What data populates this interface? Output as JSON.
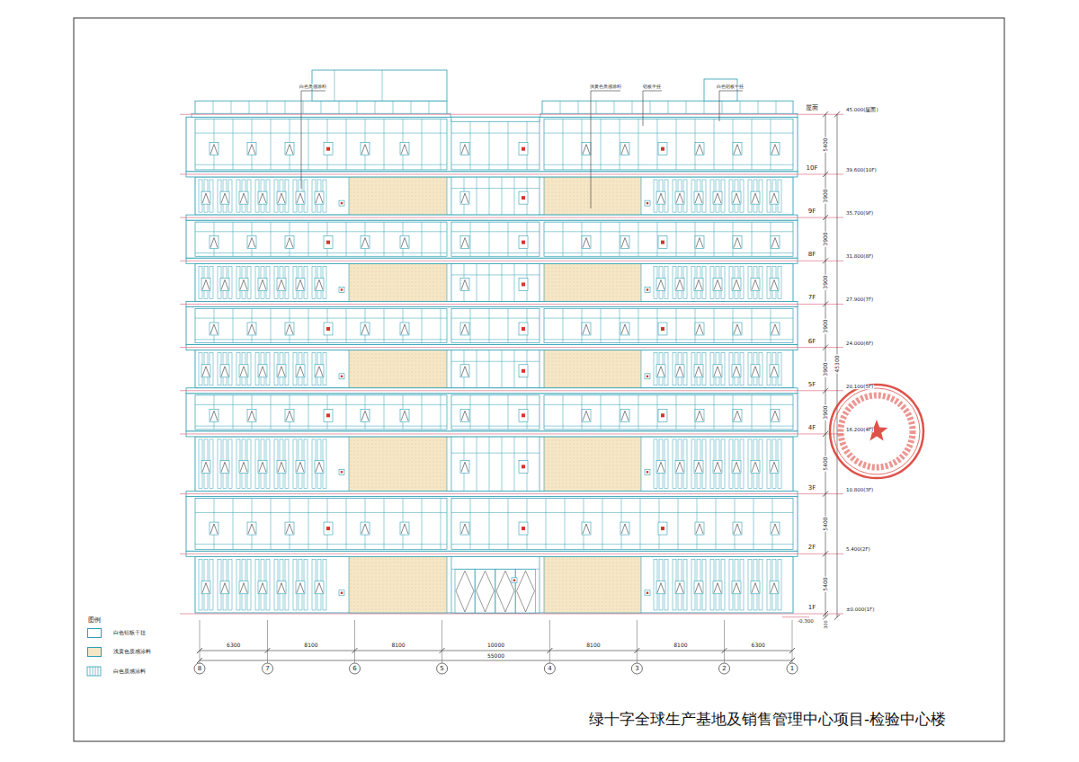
{
  "diagram": {
    "title": "绿十字全球生产基地及销售管理中心项目-检验中心楼",
    "labels": [
      "屋面",
      "10F",
      "9F",
      "8F",
      "7F",
      "6F",
      "5F",
      "4F",
      "3F",
      "2F",
      "1F",
      "45.000(屋面)",
      "39.600(10F)",
      "35.700(9F)",
      "31.800(8F)",
      "27.900(7F)",
      "24.000(6F)",
      "20.100(5F)",
      "16.200(4F)",
      "10.800(3F)",
      "5.400(2F)",
      "±0.000(1F)",
      "-0.300",
      "5400",
      "3900",
      "3900",
      "3900",
      "3900",
      "3900",
      "3900",
      "5400",
      "5400",
      "5400",
      "300",
      "45300",
      "6300",
      "8100",
      "8100",
      "10000",
      "8100",
      "8100",
      "6300",
      "55000",
      "8",
      "7",
      "6",
      "5",
      "4",
      "3",
      "2",
      "1",
      "图例",
      "白色质感涂料",
      "浅黄色质感涂料",
      "铝板干挂",
      "白色铝板干挂"
    ],
    "legend": [
      {
        "text": "白色铝板干挂",
        "color": "#ffffff"
      },
      {
        "text": "浅黄色质感涂料",
        "color": "#f5e6c6"
      },
      {
        "text": "白色质感涂料"
      }
    ]
  }
}
